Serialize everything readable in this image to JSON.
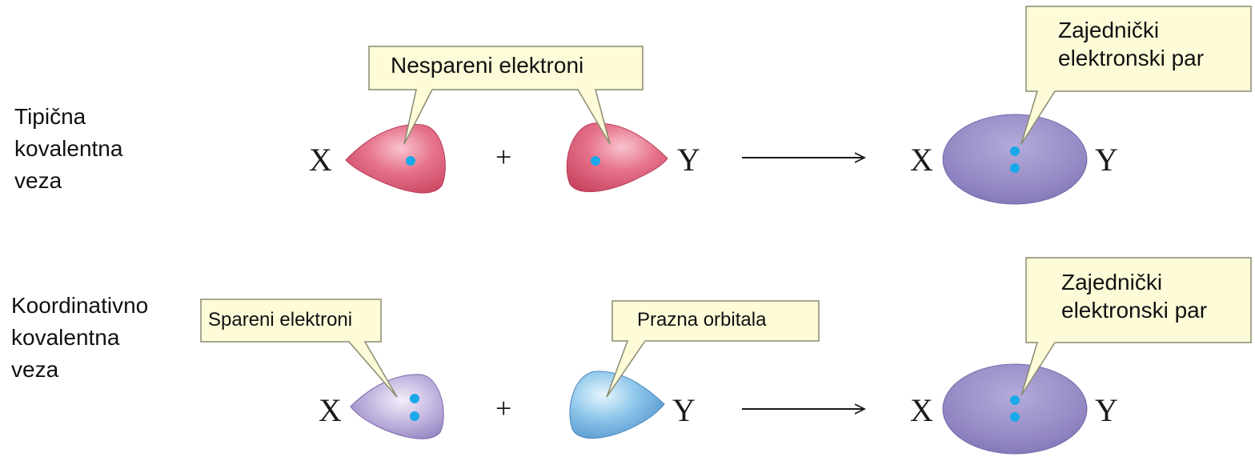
{
  "rows": [
    {
      "label_lines": [
        "Tipična",
        "kovalentna",
        "veza"
      ],
      "reactant_left_atom": "X",
      "plus": "+",
      "reactant_right_atom": "Y",
      "product_left_atom": "X",
      "product_right_atom": "Y",
      "callout_left": "Nespareni elektroni",
      "callout_product_lines": [
        "Zajednički",
        "elektronski par"
      ]
    },
    {
      "label_lines": [
        "Koordinativno",
        "kovalentna",
        "veza"
      ],
      "reactant_left_atom": "X",
      "plus": "+",
      "reactant_right_atom": "Y",
      "product_left_atom": "X",
      "product_right_atom": "Y",
      "callout_left": "Spareni elektroni",
      "callout_right": "Prazna orbitala",
      "callout_product_lines": [
        "Zajednički",
        "elektronski par"
      ]
    }
  ],
  "colors": {
    "pink_orbital": "#e0677f",
    "purple_orbital": "#9b8fc8",
    "blue_orbital": "#7fb6e0",
    "electron": "#19a8e8",
    "callout_fill": "#fdfbd8",
    "callout_stroke": "#8a8a70"
  }
}
